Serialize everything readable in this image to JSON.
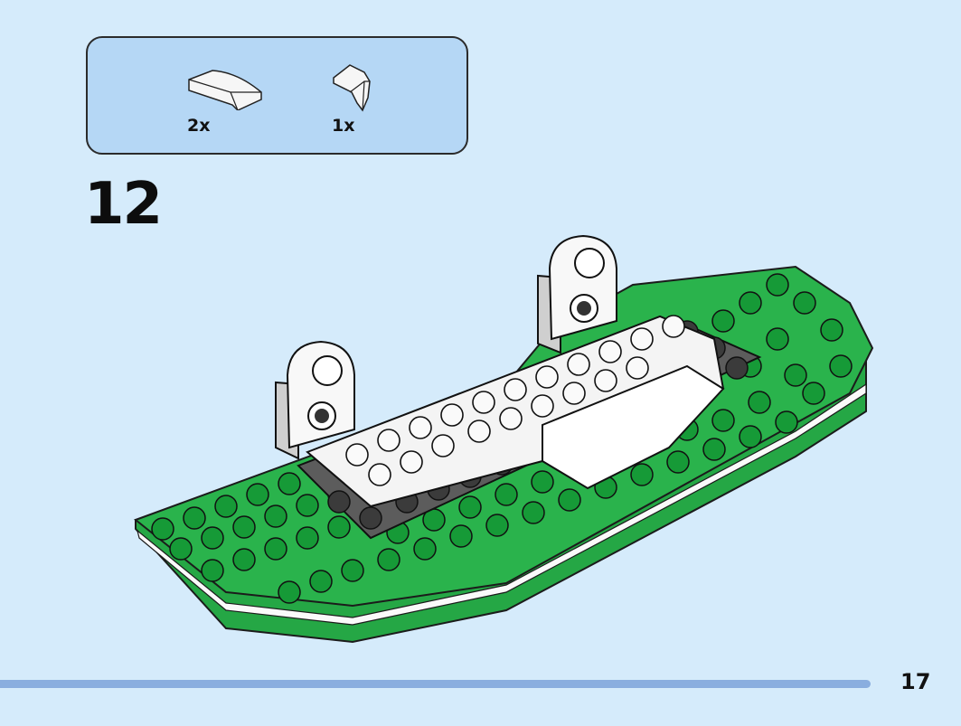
{
  "parts_box": {
    "parts": [
      {
        "icon": "white-curved-slope-brick-icon",
        "quantity": "2x"
      },
      {
        "icon": "white-wedge-slope-brick-icon",
        "quantity": "1x"
      }
    ]
  },
  "step": {
    "number": "12"
  },
  "page": {
    "number": "17"
  },
  "colors": {
    "background": "#d5ebfb",
    "parts_box": "#b5d7f5",
    "green_plate": "#25a745",
    "dark_gray_plate": "#5c5c5c",
    "white_brick": "#f7f7f7",
    "progress_bar": "#8aaedf"
  }
}
